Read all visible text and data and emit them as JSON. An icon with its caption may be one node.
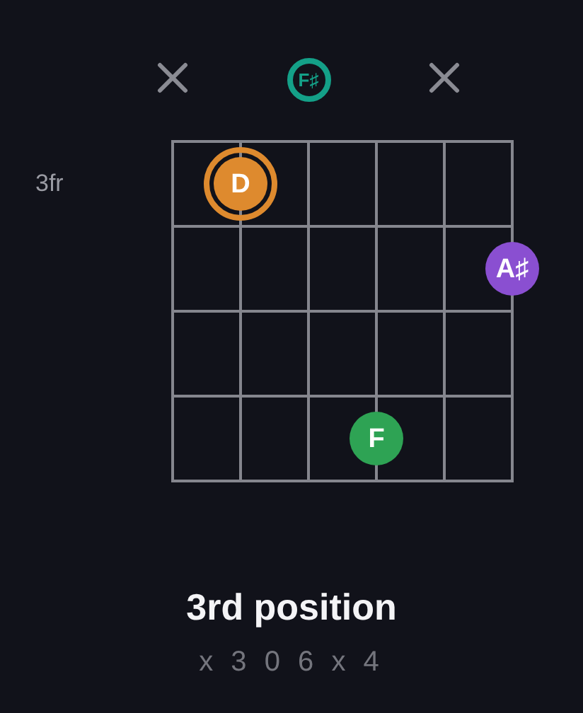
{
  "diagram": {
    "title": "3rd position",
    "caption": "x 3 0 6 x 4",
    "nodes": [
      {
        "text": [
          "F♯"
        ]
      },
      {
        "text": [
          "D"
        ]
      },
      {
        "text": [
          "A♯"
        ]
      },
      {
        "text": [
          "F"
        ]
      }
    ],
    "labels": [
      "3fr"
    ]
  }
}
